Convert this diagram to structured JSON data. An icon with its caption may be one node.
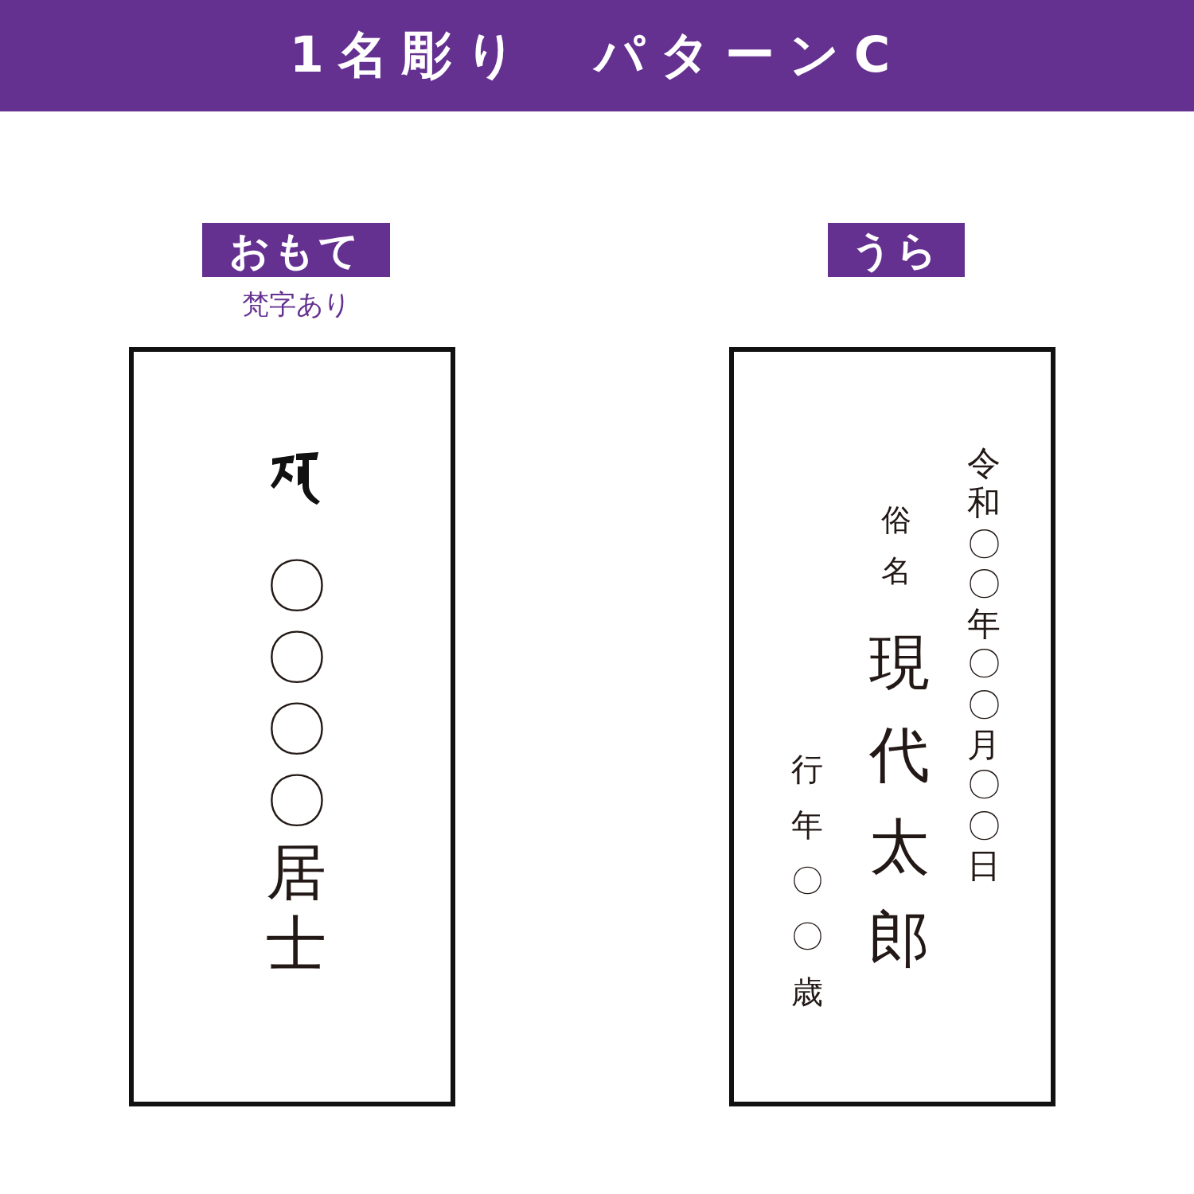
{
  "diagram": {
    "title": "1名彫り　パターンC",
    "nodes": [
      {
        "text": [
          "おもて"
        ],
        "beside": [
          "梵字あり"
        ]
      },
      {
        "text": [
          "うら"
        ]
      },
      {
        "text": [
          "〇〇〇〇居士"
        ]
      },
      {
        "text": [
          "令和〇〇年〇〇月〇〇日",
          "俗名",
          "現代太郎",
          "行年〇〇歳"
        ]
      }
    ]
  }
}
